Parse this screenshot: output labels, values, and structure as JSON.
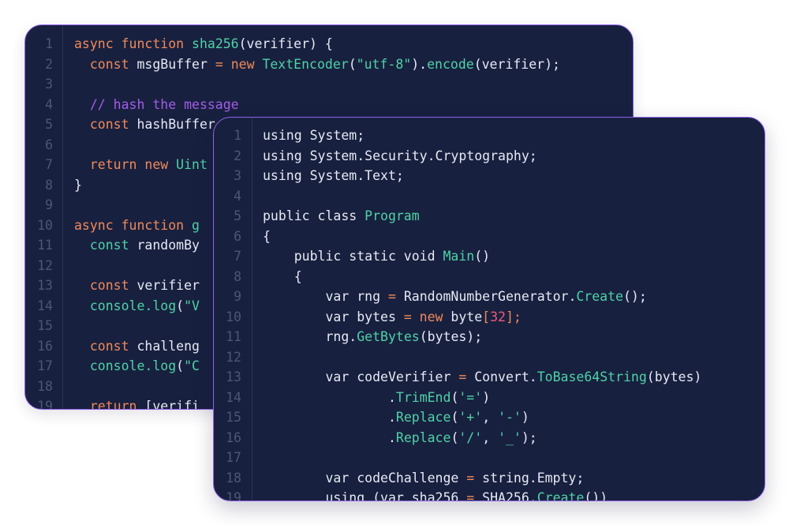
{
  "colors": {
    "background": "#ffffff",
    "panel": "#18203f",
    "border": "#8f63e8",
    "line_number": "#4e5677",
    "keyword": "#ef8a5a",
    "function": "#4fd2a7",
    "string": "#4fd2a7",
    "comment": "#a45ce9",
    "number": "#ee5c78",
    "default_text": "#e7e9f4"
  },
  "back_editor": {
    "language": "javascript",
    "line_numbers": [
      "1",
      "2",
      "3",
      "4",
      "5",
      "6",
      "7",
      "8",
      "9",
      "10",
      "11",
      "12",
      "13",
      "14",
      "15",
      "16",
      "17",
      "18",
      "19"
    ],
    "lines": [
      [
        {
          "t": "async function ",
          "c": "kw"
        },
        {
          "t": "sha256",
          "c": "fn"
        },
        {
          "t": "(verifier) {",
          "c": "def"
        }
      ],
      [
        {
          "t": "  const ",
          "c": "kw"
        },
        {
          "t": "msgBuffer ",
          "c": "def"
        },
        {
          "t": "= new ",
          "c": "kw"
        },
        {
          "t": "TextEncoder",
          "c": "fn"
        },
        {
          "t": "(",
          "c": "def"
        },
        {
          "t": "\"utf-8\"",
          "c": "str"
        },
        {
          "t": ").",
          "c": "def"
        },
        {
          "t": "encode",
          "c": "fn"
        },
        {
          "t": "(verifier);",
          "c": "def"
        }
      ],
      [],
      [
        {
          "t": "  // hash the message",
          "c": "cm"
        }
      ],
      [
        {
          "t": "  const ",
          "c": "kw"
        },
        {
          "t": "hashBuffer",
          "c": "def"
        }
      ],
      [],
      [
        {
          "t": "  return new ",
          "c": "kw"
        },
        {
          "t": "Uint",
          "c": "fn"
        }
      ],
      [
        {
          "t": "}",
          "c": "def"
        }
      ],
      [],
      [
        {
          "t": "async function ",
          "c": "kw"
        },
        {
          "t": "g",
          "c": "fn"
        }
      ],
      [
        {
          "t": "  const ",
          "c": "fn"
        },
        {
          "t": "randomBy",
          "c": "def"
        }
      ],
      [],
      [
        {
          "t": "  const ",
          "c": "kw"
        },
        {
          "t": "verifier",
          "c": "def"
        }
      ],
      [
        {
          "t": "  console.",
          "c": "fn"
        },
        {
          "t": "log",
          "c": "fn"
        },
        {
          "t": "(",
          "c": "def"
        },
        {
          "t": "\"V",
          "c": "str"
        }
      ],
      [],
      [
        {
          "t": "  const ",
          "c": "kw"
        },
        {
          "t": "challeng",
          "c": "def"
        }
      ],
      [
        {
          "t": "  console.",
          "c": "fn"
        },
        {
          "t": "log",
          "c": "fn"
        },
        {
          "t": "(",
          "c": "def"
        },
        {
          "t": "\"C",
          "c": "str"
        }
      ],
      [],
      [
        {
          "t": "  return ",
          "c": "kw"
        },
        {
          "t": "[verifi",
          "c": "def"
        }
      ]
    ]
  },
  "front_editor": {
    "language": "csharp",
    "line_numbers": [
      "1",
      "2",
      "3",
      "4",
      "5",
      "6",
      "7",
      "8",
      "9",
      "10",
      "11",
      "12",
      "13",
      "14",
      "15",
      "16",
      "17",
      "18",
      "19"
    ],
    "lines": [
      [
        {
          "t": "using System;",
          "c": "def"
        }
      ],
      [
        {
          "t": "using System.Security.Cryptography;",
          "c": "def"
        }
      ],
      [
        {
          "t": "using System.Text;",
          "c": "def"
        }
      ],
      [],
      [
        {
          "t": "public class ",
          "c": "def"
        },
        {
          "t": "Program",
          "c": "fn"
        }
      ],
      [
        {
          "t": "{",
          "c": "def"
        }
      ],
      [
        {
          "t": "    public static void ",
          "c": "def"
        },
        {
          "t": "Main",
          "c": "fn"
        },
        {
          "t": "()",
          "c": "def"
        }
      ],
      [
        {
          "t": "    {",
          "c": "def"
        }
      ],
      [
        {
          "t": "        var rng ",
          "c": "def"
        },
        {
          "t": "= ",
          "c": "kw"
        },
        {
          "t": "RandomNumberGenerator.",
          "c": "def"
        },
        {
          "t": "Create",
          "c": "fn"
        },
        {
          "t": "();",
          "c": "def"
        }
      ],
      [
        {
          "t": "        var bytes ",
          "c": "def"
        },
        {
          "t": "= new ",
          "c": "kw"
        },
        {
          "t": "byte",
          "c": "def"
        },
        {
          "t": "[",
          "c": "kw"
        },
        {
          "t": "32",
          "c": "num"
        },
        {
          "t": "];",
          "c": "kw"
        }
      ],
      [
        {
          "t": "        rng.",
          "c": "def"
        },
        {
          "t": "GetBytes",
          "c": "fn"
        },
        {
          "t": "(bytes);",
          "c": "def"
        }
      ],
      [],
      [
        {
          "t": "        var codeVerifier ",
          "c": "def"
        },
        {
          "t": "= ",
          "c": "kw"
        },
        {
          "t": "Convert.",
          "c": "def"
        },
        {
          "t": "ToBase64String",
          "c": "fn"
        },
        {
          "t": "(bytes)",
          "c": "def"
        }
      ],
      [
        {
          "t": "                .",
          "c": "def"
        },
        {
          "t": "TrimEnd",
          "c": "fn"
        },
        {
          "t": "(",
          "c": "def"
        },
        {
          "t": "'='",
          "c": "str"
        },
        {
          "t": ")",
          "c": "def"
        }
      ],
      [
        {
          "t": "                .",
          "c": "def"
        },
        {
          "t": "Replace",
          "c": "fn"
        },
        {
          "t": "(",
          "c": "def"
        },
        {
          "t": "'+'",
          "c": "str"
        },
        {
          "t": ", ",
          "c": "def"
        },
        {
          "t": "'-'",
          "c": "str"
        },
        {
          "t": ")",
          "c": "def"
        }
      ],
      [
        {
          "t": "                .",
          "c": "def"
        },
        {
          "t": "Replace",
          "c": "fn"
        },
        {
          "t": "(",
          "c": "def"
        },
        {
          "t": "'/'",
          "c": "str"
        },
        {
          "t": ", ",
          "c": "def"
        },
        {
          "t": "'_'",
          "c": "str"
        },
        {
          "t": ");",
          "c": "def"
        }
      ],
      [],
      [
        {
          "t": "        var codeChallenge ",
          "c": "def"
        },
        {
          "t": "= ",
          "c": "kw"
        },
        {
          "t": "string.Empty;",
          "c": "def"
        }
      ],
      [
        {
          "t": "        using (var sha256 ",
          "c": "def"
        },
        {
          "t": "= ",
          "c": "kw"
        },
        {
          "t": "SHA256.",
          "c": "def"
        },
        {
          "t": "Create",
          "c": "fn"
        },
        {
          "t": "())",
          "c": "def"
        }
      ]
    ]
  }
}
